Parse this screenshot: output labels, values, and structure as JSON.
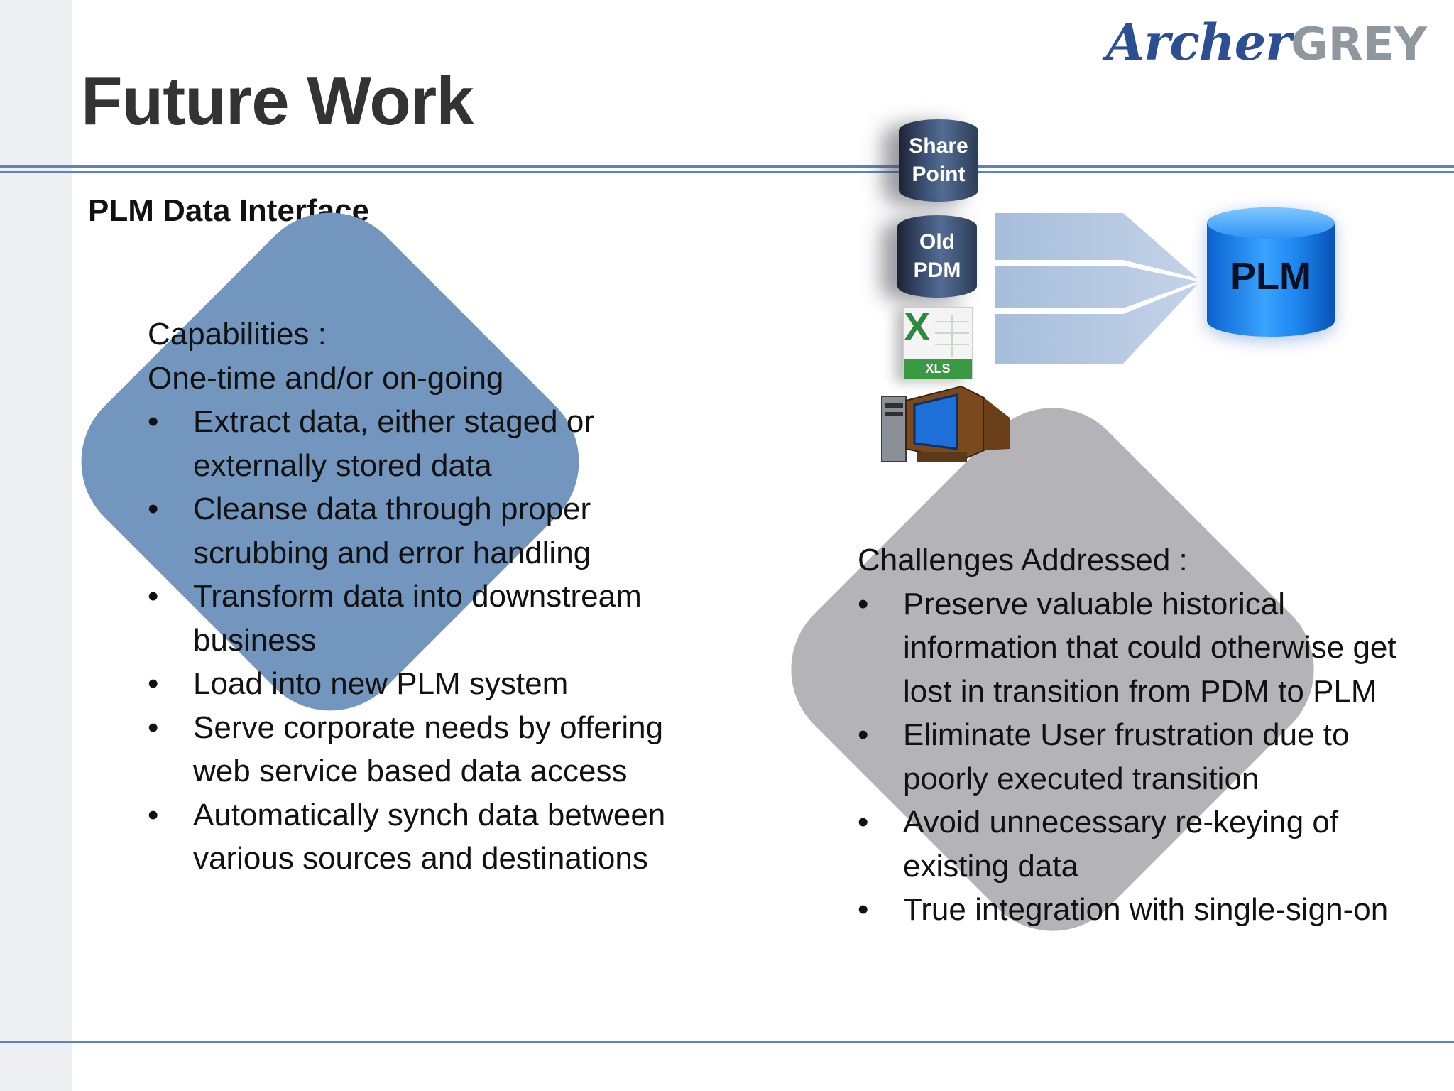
{
  "logo": {
    "part1": "Archer",
    "part2": "GREY"
  },
  "slide": {
    "title": "Future Work",
    "subtitle": "PLM Data Interface"
  },
  "capabilities": {
    "heading": "Capabilities :",
    "subheading": "One-time and/or on-going",
    "bullet_glyph": "•",
    "items": [
      "Extract data, either staged or externally stored data",
      "Cleanse data through proper scrubbing and error handling",
      "Transform data into downstream business",
      "Load into new PLM system",
      "Serve corporate needs by offering web service based data access",
      "Automatically synch data between various sources and destinations"
    ]
  },
  "challenges": {
    "heading": "Challenges Addressed :",
    "items": [
      "Preserve valuable historical information that could otherwise get lost in transition from PDM to PLM",
      "Eliminate User frustration due to poorly executed transition",
      "Avoid unnecessary re-keying of existing data",
      "True integration with single-sign-on"
    ]
  },
  "diagram": {
    "sources": [
      {
        "line1": "Share",
        "line2": "Point"
      },
      {
        "line1": "Old",
        "line2": "PDM"
      }
    ],
    "xls_label": "XLS",
    "xls_letter": "X",
    "target": "PLM"
  },
  "colors": {
    "rule": "#5b84c0",
    "capabilities_shape": "#7296be",
    "challenges_shape": "#b4b4b8",
    "logo_blue": "#2c4e93",
    "logo_grey": "#8f979f"
  },
  "icons": [
    "sharepoint-database-icon",
    "old-pdm-database-icon",
    "excel-file-icon",
    "computer-icon",
    "merge-arrow-icon",
    "plm-database-icon"
  ]
}
